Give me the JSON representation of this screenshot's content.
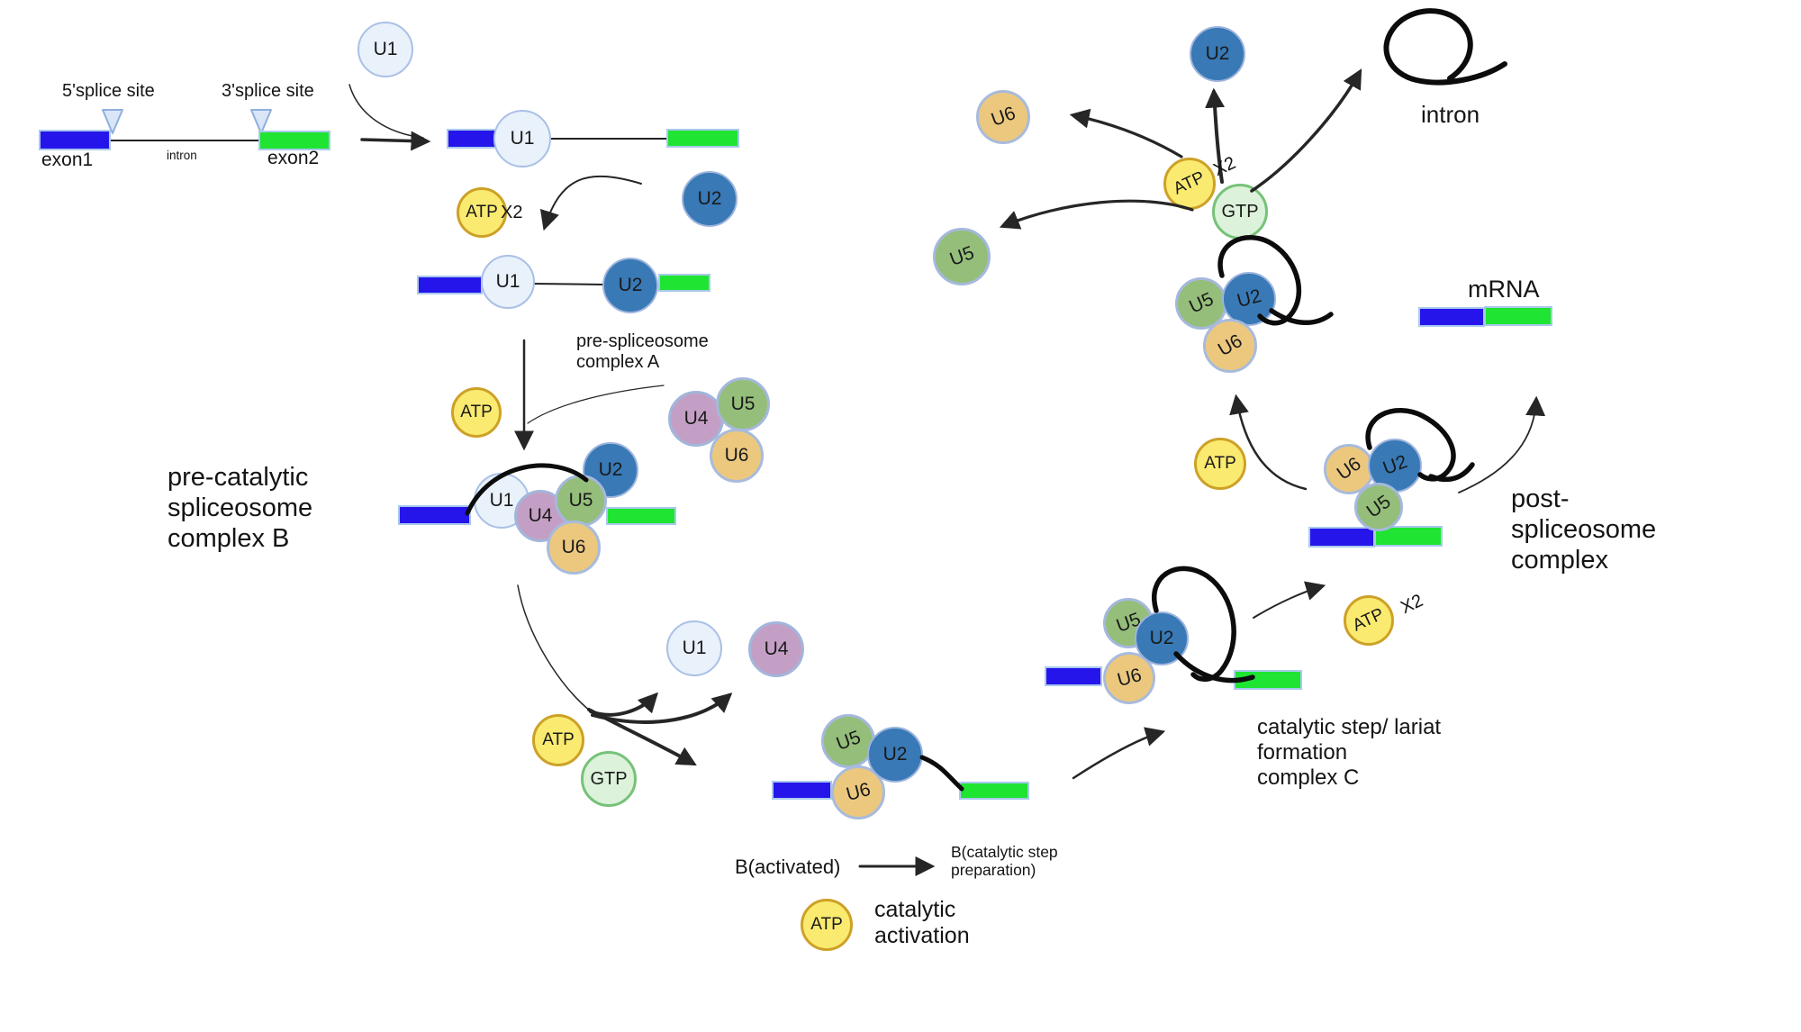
{
  "molecules": {
    "u1": "U1",
    "u2": "U2",
    "u4": "U4",
    "u5": "U5",
    "u6": "U6",
    "atp": "ATP",
    "gtp": "GTP"
  },
  "multiplier": "X2",
  "pre_mrna": {
    "five_splice_site": "5'splice site",
    "three_splice_site": "3'splice site",
    "exon1": "exon1",
    "intron": "intron",
    "exon2": "exon2"
  },
  "stages": {
    "complex_a": "pre-spliceosome\ncomplex A",
    "complex_b": "pre-catalytic\nspliceosome\ncomplex B",
    "b_activated": "B(activated)",
    "b_catalytic_step": "B(catalytic step\npreparation)",
    "catalytic_activation": "catalytic\nactivation",
    "complex_c": "catalytic step/ lariat\nformation\ncomplex C",
    "post_spliceosome": "post-\nspliceosome\ncomplex",
    "intron_released": "intron",
    "mrna": "mRNA"
  },
  "colors": {
    "u1_fill": "#e9f1fb",
    "u1_border": "#a9c0e6",
    "u2_fill": "#3879b6",
    "u2_border": "#9db4dd",
    "u4_fill": "#c49fc5",
    "u4_border": "#a2b6db",
    "u5_fill": "#94be7a",
    "u5_border": "#a5b8dc",
    "u6_fill": "#ecc87f",
    "u6_border": "#a8bbdc",
    "atp_fill": "#faeb70",
    "atp_border": "#cda127",
    "gtp_fill": "#dcf2da",
    "gtp_border": "#77c279",
    "exon1": "#2615eb",
    "exon2": "#1fe432",
    "exon_border": "#a9c9ec",
    "arrow": "#262626",
    "lariat": "#0c0c0c"
  }
}
